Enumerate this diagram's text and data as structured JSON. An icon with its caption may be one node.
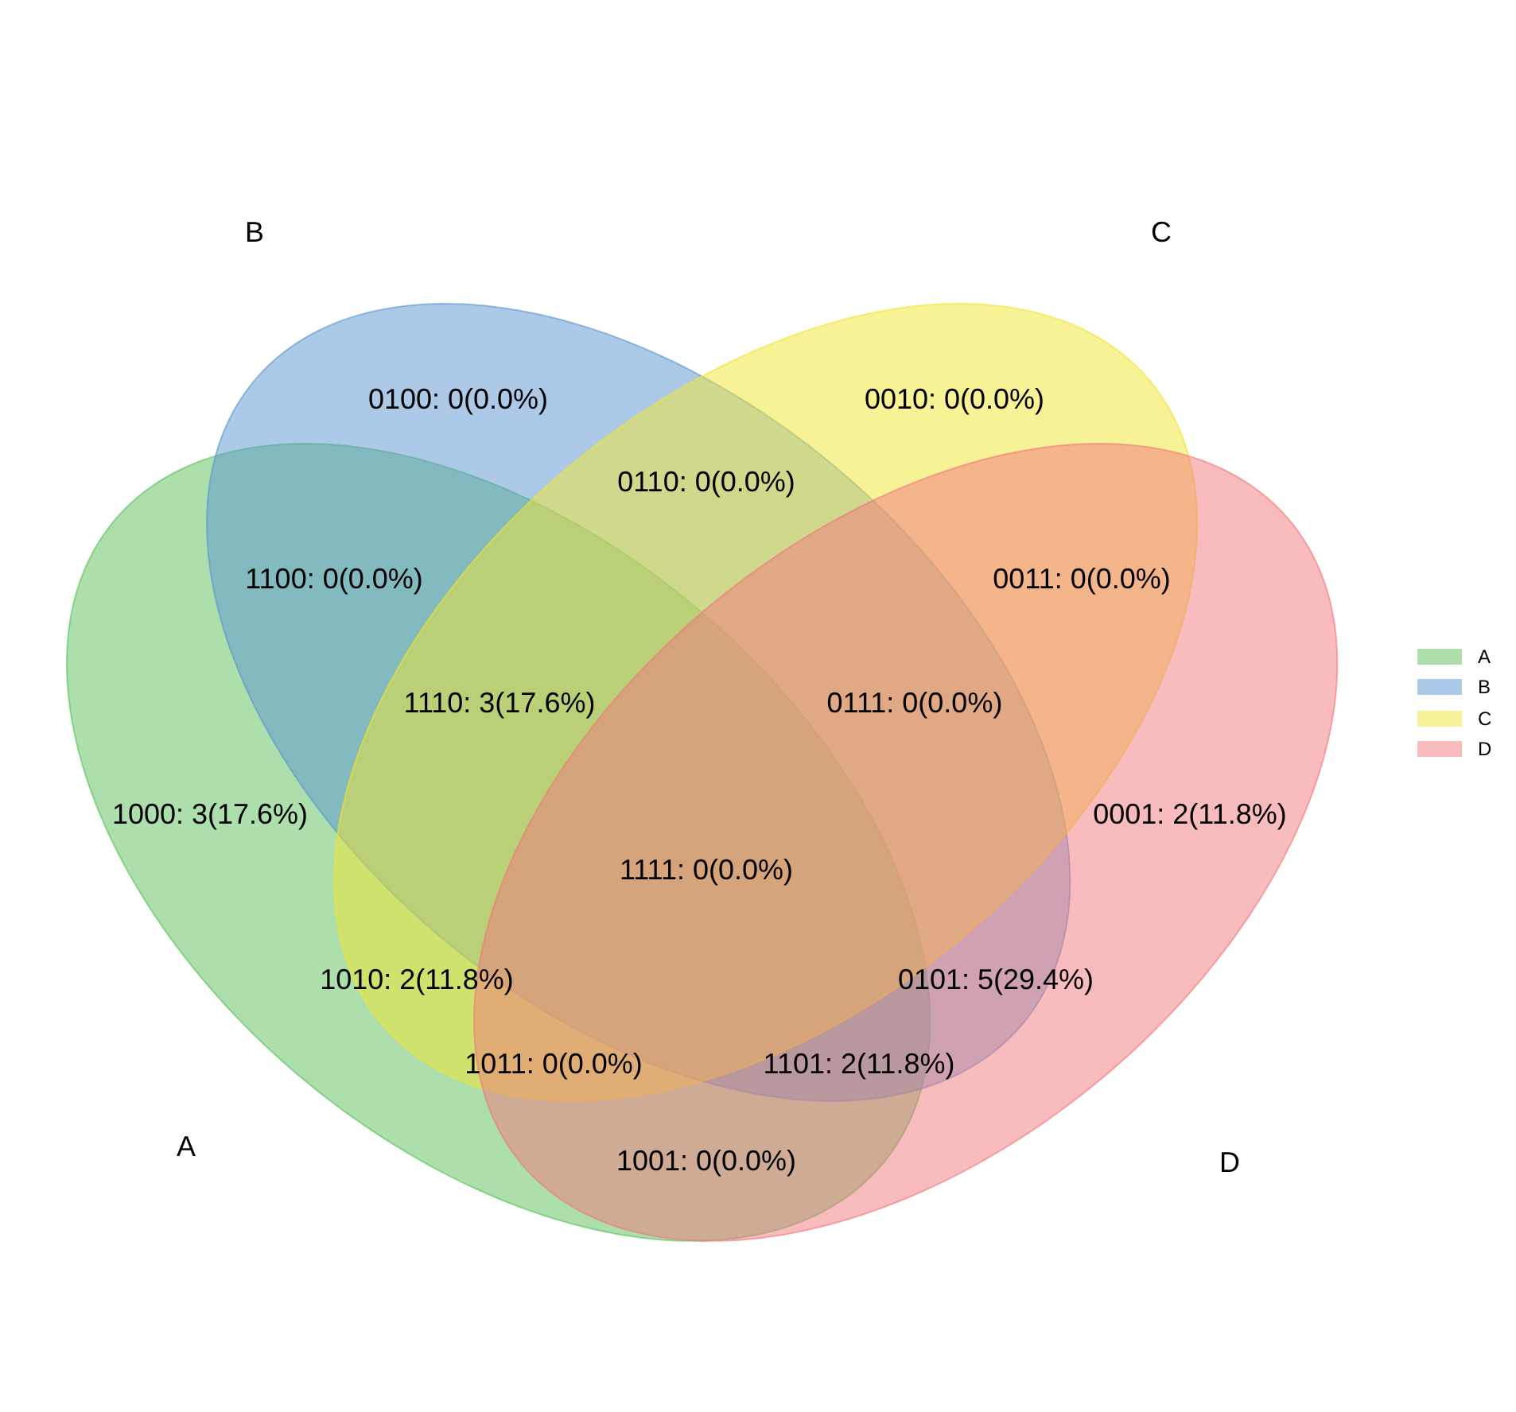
{
  "diagram": {
    "nodes": [
      {
        "text": [
          "B"
        ]
      },
      {
        "text": [
          "C"
        ]
      },
      {
        "text": [
          "A"
        ]
      },
      {
        "text": [
          "D"
        ]
      }
    ],
    "labels": [
      "0100: 0(0.0%)",
      "0010: 0(0.0%)",
      "0110: 0(0.0%)",
      "1100: 0(0.0%)",
      "0011: 0(0.0%)",
      "1110: 3(17.6%)",
      "0111: 0(0.0%)",
      "1000: 3(17.6%)",
      "0001: 2(11.8%)",
      "1111: 0(0.0%)",
      "1010: 2(11.8%)",
      "0101: 5(29.4%)",
      "1011: 0(0.0%)",
      "1101: 2(11.8%)",
      "1001: 0(0.0%)"
    ],
    "legend": [
      {
        "text": "A",
        "color": "#acdfac"
      },
      {
        "text": "B",
        "color": "#accae8"
      },
      {
        "text": "C",
        "color": "#f8f296"
      },
      {
        "text": "D",
        "color": "#f8bbbe"
      }
    ]
  }
}
